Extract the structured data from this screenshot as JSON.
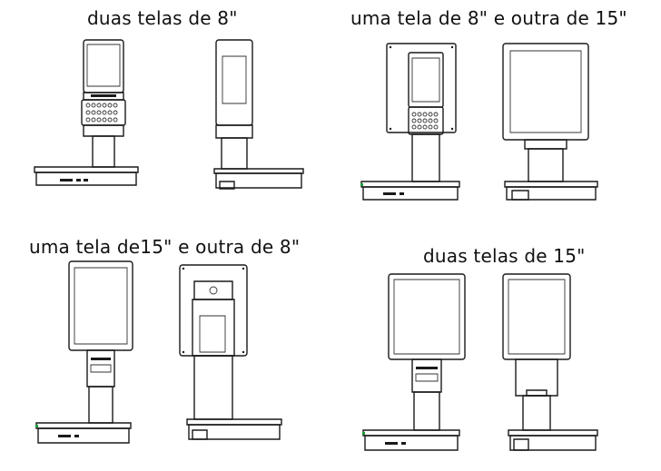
{
  "configs": [
    {
      "title": "duas telas de 8\""
    },
    {
      "title": "uma tela de  8\" e outra de 15\""
    },
    {
      "title": "uma tela de15\" e outra de 8\""
    },
    {
      "title": "duas telas de 15\""
    }
  ]
}
